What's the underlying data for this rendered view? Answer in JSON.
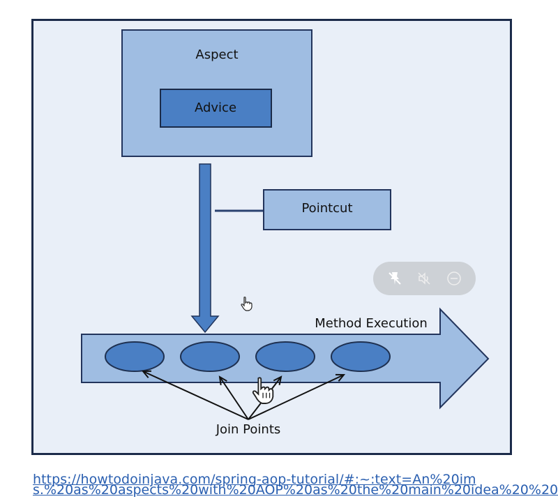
{
  "diagram": {
    "aspect_label": "Aspect",
    "advice_label": "Advice",
    "pointcut_label": "Pointcut",
    "method_execution_label": "Method Execution",
    "join_points_label": "Join Points",
    "join_point_count": 4
  },
  "toolbar": {
    "pin_icon": "pin-off-icon",
    "mute_icon": "mute-icon",
    "minimize_icon": "minus-circle-icon"
  },
  "source": {
    "url": "https://howtodoinjava.com/spring-aop-tutorial/#:~:text=An%20im",
    "url_cut_line": "s.%20as%20aspects%20with%20AOP%20as%20the%20main%20idea%20%20"
  },
  "colors": {
    "panel": "#e9eff8",
    "box_light": "#9fbde2",
    "box_dark": "#4a7fc4",
    "outline": "#20335a",
    "link": "#2a5fb0"
  }
}
